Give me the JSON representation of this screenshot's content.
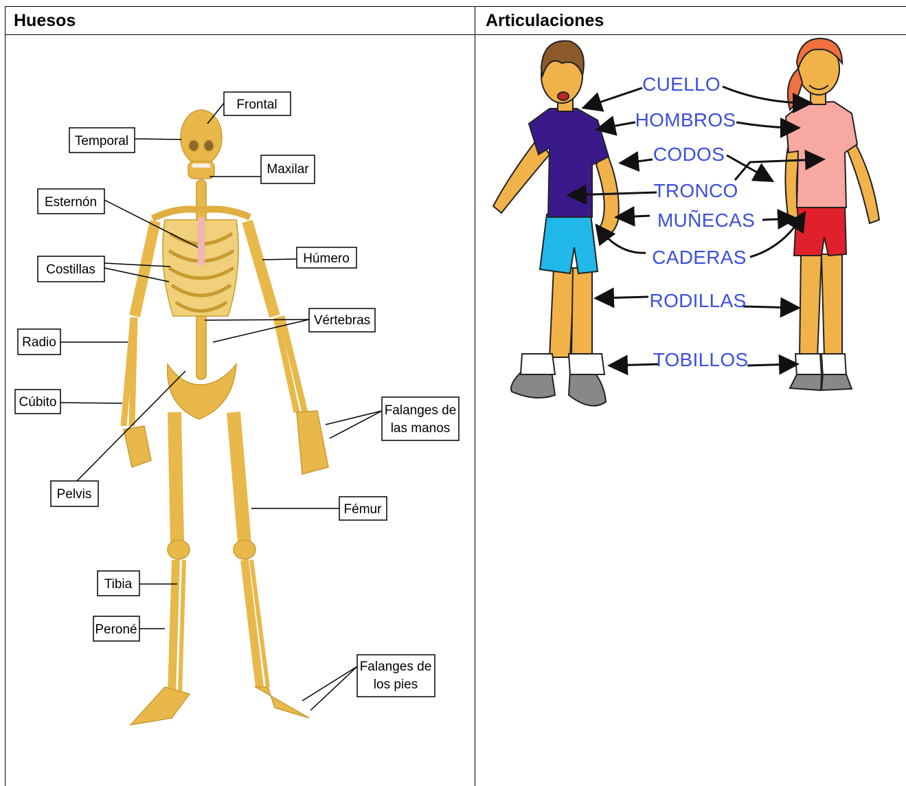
{
  "table": {
    "headers": [
      "Huesos",
      "Articulaciones"
    ]
  },
  "bones": {
    "labels": {
      "frontal": "Frontal",
      "temporal": "Temporal",
      "maxilar": "Maxilar",
      "esternon": "Esternón",
      "costillas": "Costillas",
      "humero": "Húmero",
      "vertebras": "Vértebras",
      "radio": "Radio",
      "cubito": "Cúbito",
      "falanges_manos_1": "Falanges de",
      "falanges_manos_2": "las manos",
      "pelvis": "Pelvis",
      "femur": "Fémur",
      "tibia": "Tibia",
      "perone": "Peroné",
      "falanges_pies_1": "Falanges de",
      "falanges_pies_2": "los pies"
    }
  },
  "joints": {
    "labels": {
      "cuello": "CUELLO",
      "hombros": "HOMBROS",
      "codos": "CODOS",
      "tronco": "TRONCO",
      "munecas": "MUÑECAS",
      "caderas": "CADERAS",
      "rodillas": "RODILLAS",
      "tobillos": "TOBILLOS"
    }
  },
  "colors": {
    "bone": "#e8b84a",
    "bone_shade": "#c99a30",
    "rib_cartilage": "#f0b5b5",
    "label_blue": "#3a4fe0",
    "boy_shirt": "#3a1a8a",
    "boy_shorts": "#20b8e8",
    "girl_shirt": "#f7a8a0",
    "girl_shorts": "#e0202a",
    "skin": "#f2b24a",
    "hair_boy": "#8b5a2b",
    "hair_girl": "#f07040",
    "shoe": "#888888"
  }
}
